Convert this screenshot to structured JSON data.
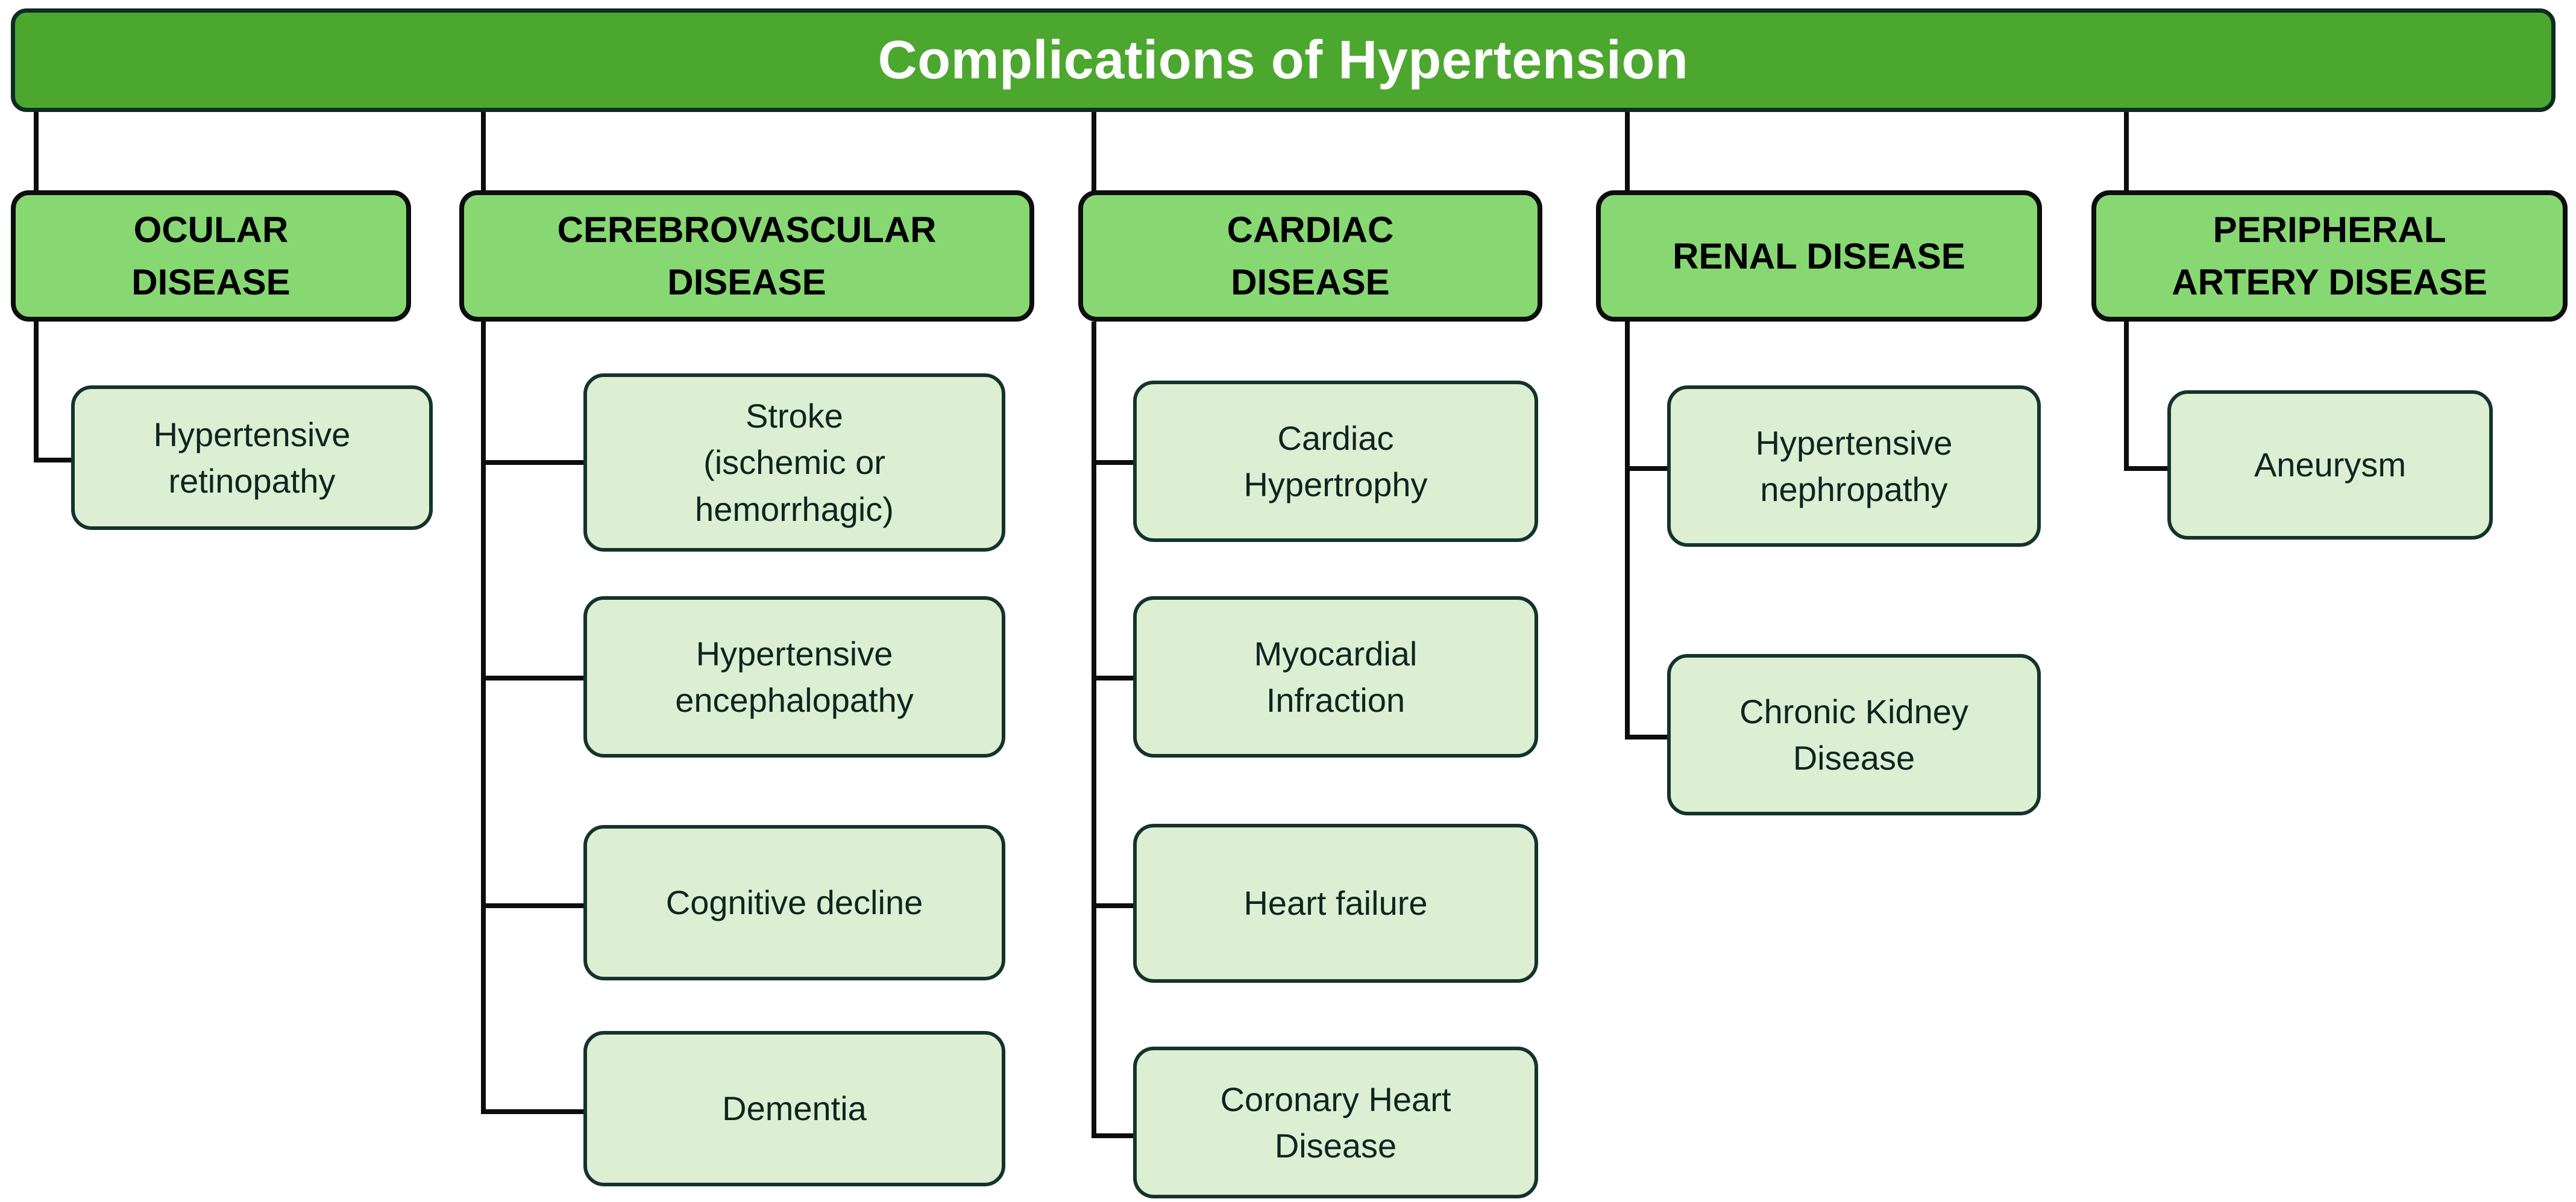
{
  "diagram": {
    "title": "Complications of Hypertension",
    "colors": {
      "root_fill": "#4CA72E",
      "root_border": "#0E2B24",
      "root_text": "#FFFFFF",
      "category_fill": "#87D873",
      "category_border": "#0D0D0D",
      "leaf_fill": "#DCEFD3",
      "leaf_border": "#14332C",
      "line": "#0D0D0D",
      "background": "#FFFFFF"
    },
    "branches": [
      {
        "id": "ocular",
        "label": "OCULAR\nDISEASE",
        "label_line1": "OCULAR",
        "label_line2": "DISEASE",
        "leaves": [
          {
            "id": "hypertensive-retinopathy",
            "label_line1": "Hypertensive",
            "label_line2": "retinopathy"
          }
        ]
      },
      {
        "id": "cerebrovascular",
        "label": "CEREBROVASCULAR\nDISEASE",
        "label_line1": "CEREBROVASCULAR",
        "label_line2": "DISEASE",
        "leaves": [
          {
            "id": "stroke",
            "label_line1": "Stroke",
            "label_line2": "(ischemic or",
            "label_line3": "hemorrhagic)"
          },
          {
            "id": "hypertensive-encephalopathy",
            "label_line1": "Hypertensive",
            "label_line2": "encephalopathy"
          },
          {
            "id": "cognitive-decline",
            "label_line1": "Cognitive decline"
          },
          {
            "id": "dementia",
            "label_line1": "Dementia"
          }
        ]
      },
      {
        "id": "cardiac",
        "label": "CARDIAC\nDISEASE",
        "label_line1": "CARDIAC",
        "label_line2": "DISEASE",
        "leaves": [
          {
            "id": "cardiac-hypertrophy",
            "label_line1": "Cardiac",
            "label_line2": "Hypertrophy"
          },
          {
            "id": "myocardial-infraction",
            "label_line1": "Myocardial",
            "label_line2": "Infraction"
          },
          {
            "id": "heart-failure",
            "label_line1": "Heart failure"
          },
          {
            "id": "coronary-heart-disease",
            "label_line1": "Coronary Heart",
            "label_line2": "Disease"
          }
        ]
      },
      {
        "id": "renal",
        "label": "RENAL DISEASE",
        "label_line1": "RENAL DISEASE",
        "leaves": [
          {
            "id": "hypertensive-nephropathy",
            "label_line1": "Hypertensive",
            "label_line2": "nephropathy"
          },
          {
            "id": "chronic-kidney-disease",
            "label_line1": "Chronic Kidney",
            "label_line2": "Disease"
          }
        ]
      },
      {
        "id": "peripheral-artery",
        "label": "PERIPHERAL\nARTERY DISEASE",
        "label_line1": "PERIPHERAL",
        "label_line2": "ARTERY DISEASE",
        "leaves": [
          {
            "id": "aneurysm",
            "label_line1": "Aneurysm"
          }
        ]
      }
    ]
  }
}
